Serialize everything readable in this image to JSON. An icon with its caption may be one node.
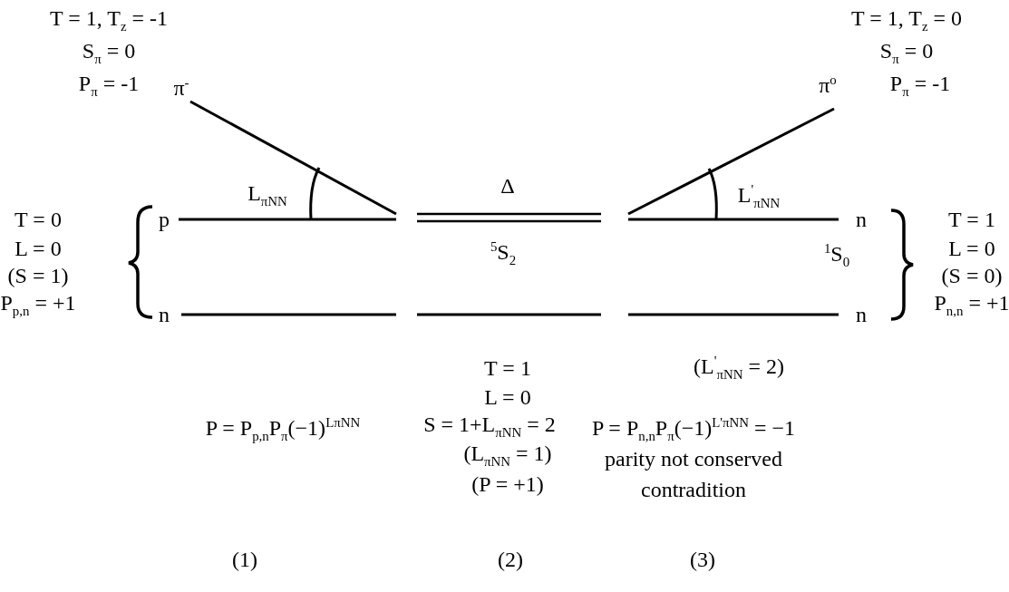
{
  "diagram": {
    "labels": [
      "T = 1, T$_{z}$ = -1",
      "T = 1, T$_{z}$ = 0",
      "S$_{π}$ = 0",
      "S$_{π}$ = 0",
      "P$_{π}$ = -1",
      "π$^{-}$",
      "π$^{o}$",
      "P$_{π}$ = -1",
      "L$_{πNN}$",
      "Δ",
      "L$^{'}$$_{πNN}$",
      "T = 0",
      "p",
      "n",
      "T = 1",
      "L = 0",
      "$^{5}$S$_{2}$",
      "$^{1}$S$_{0}$",
      "L = 0",
      "(S = 1)",
      "(S = 0)",
      "P$_{p,n}$ = +1",
      "n",
      "n",
      "P$_{n,n}$ = +1",
      "T = 1",
      "(L$^{'}$$_{πNN}$ = 2)",
      "L = 0",
      "P = P$_{p,n}$P$_{π}$(−1)$^{LπNN}$",
      "S = 1+L$_{πNN}$ = 2",
      "P = P$_{n,n}$P$_{π}$(−1)$^{L'πNN}$ = −1",
      "(L$_{πNN}$ = 1)",
      "parity not conserved",
      "(P = +1)",
      "contradition",
      "(1)",
      "(2)",
      "(3)"
    ]
  }
}
